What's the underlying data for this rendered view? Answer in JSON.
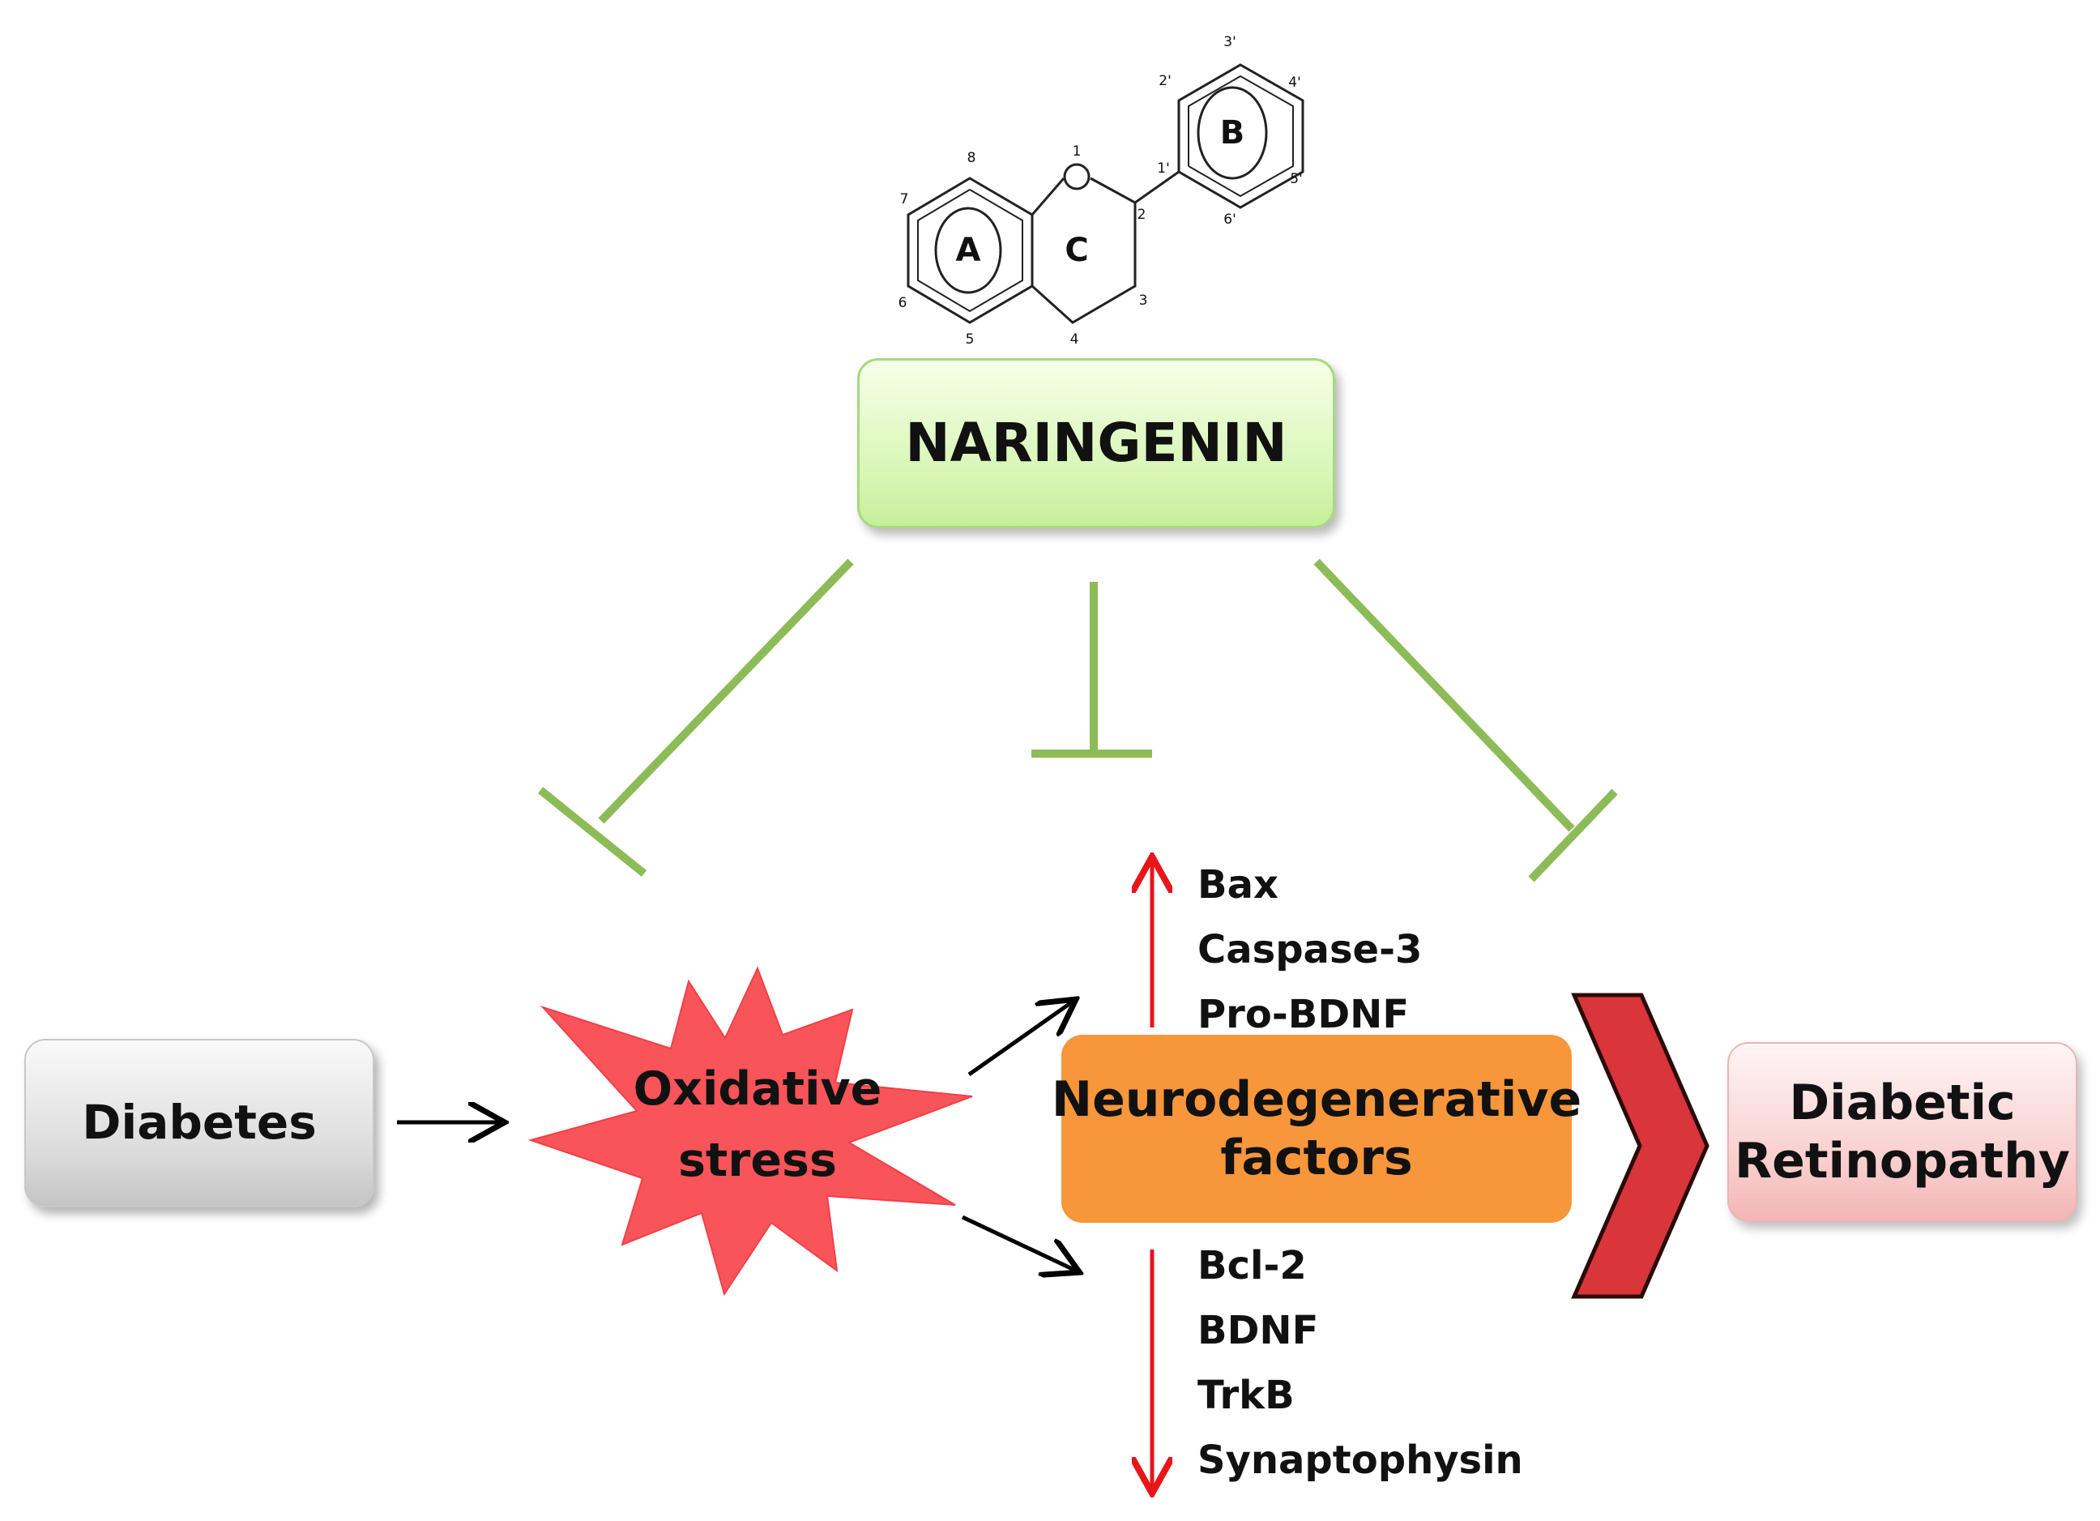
{
  "molecule": {
    "ring_labels": [
      "A",
      "C",
      "B"
    ],
    "atom_numbers": [
      "8",
      "7",
      "6",
      "5",
      "4",
      "3",
      "2",
      "1",
      "1'",
      "2'",
      "3'",
      "4'",
      "5'",
      "6'"
    ]
  },
  "nodes": {
    "naringenin": "NARINGENIN",
    "diabetes": "Diabetes",
    "oxidative_stress_line1": "Oxidative",
    "oxidative_stress_line2": "stress",
    "neuro_line1": "Neurodegenerative",
    "neuro_line2": "factors",
    "retinopathy_line1": "Diabetic",
    "retinopathy_line2": "Retinopathy"
  },
  "factors_up": [
    "Bax",
    "Caspase-3",
    "Pro-BDNF"
  ],
  "factors_down": [
    "Bcl-2",
    "BDNF",
    "TrkB",
    "Synaptophysin"
  ],
  "colors": {
    "inhibition": "#8dbb58",
    "regulation_arrow": "#e8151b",
    "starburst": "#f9545a",
    "chevron": "#d9353a",
    "naringenin_box": "#d7f6b4",
    "neuro_box": "#f7963a",
    "retinopathy_box": "#f9cccc",
    "diabetes_box": "#dadada"
  }
}
